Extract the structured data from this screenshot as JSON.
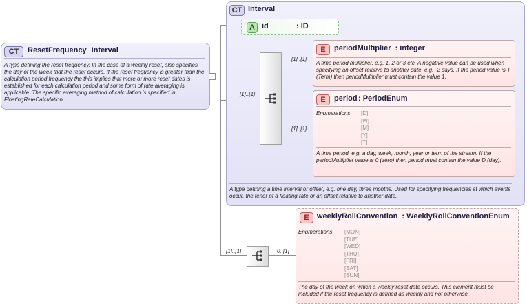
{
  "reset_frequency": {
    "badge": "CT",
    "name": "ResetFrequency",
    "type": "Interval",
    "description": "A type defining the reset frequency. In the case of a weekly reset, also specifies the day of the week that the reset occurs. If the reset frequency is greater than the calculation period frequency the this implies that more or more reset dates is established for each calculation period and some form of rate averaging is applicable. The specific averaging method of calculation is specified in FloatingRateCalculation."
  },
  "interval": {
    "badge": "CT",
    "name": "Interval",
    "description": "A type defining a time interval or offset, e.g. one day, three months. Used for specifying frequencies at which events occur, the tenor of a floating rate or an offset relative to another date."
  },
  "id_attr": {
    "badge": "A",
    "name": "id",
    "type": ": ID"
  },
  "period_multiplier": {
    "badge": "E",
    "name": "periodMultiplier",
    "type": ": integer",
    "description": "A time period multiplier, e.g. 1, 2 or 3 etc. A negative value can be used when specifying an offset relative to another date, e.g. -2 days. If the period value is T (Term) then periodMultiplier must contain the value 1."
  },
  "period": {
    "badge": "E",
    "name": "period",
    "type": ": PeriodEnum",
    "enum_label": "Enumerations",
    "enumerations": [
      "[D]",
      "[W]",
      "[M]",
      "[Y]",
      "[T]"
    ],
    "description": "A time period, e.g. a day, week, month, year or term of the stream. If the periodMultiplier value is 0 (zero) then period must contain the value D (day)."
  },
  "weekly_roll": {
    "badge": "E",
    "name": "weeklyRollConvention",
    "type": ": WeeklyRollConventionEnum",
    "enum_label": "Enumerations",
    "enumerations": [
      "[MON]",
      "[TUE]",
      "[WED]",
      "[THU]",
      "[FRI]",
      "[SAT]",
      "[SUN]"
    ],
    "description": "The day of the week on which a weekly reset date occurs. This element must be included if the reset frequency is defined as weekly and not otherwise."
  },
  "multiplicities": {
    "interval": "[1]..[1]",
    "period_multiplier": "[1]..[1]",
    "period": "[1]..[1]",
    "lower_seq": "[1]..[1]",
    "weekly_roll": "0..[1]"
  }
}
